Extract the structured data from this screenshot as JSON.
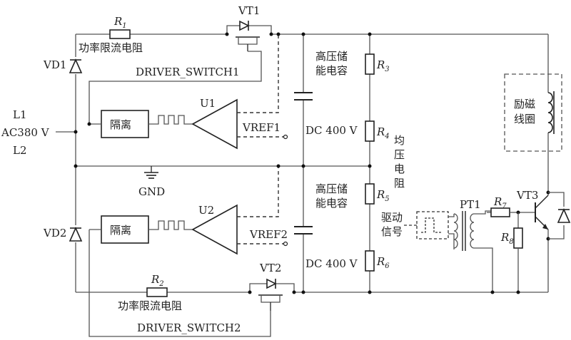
{
  "labels": {
    "vd1": "VD1",
    "vd2": "VD2",
    "l1": "L1",
    "ac": "AC380 V",
    "l2": "L2",
    "gnd": "GND",
    "vt1": "VT1",
    "vt2": "VT2",
    "vt3": "VT3",
    "u1": "U1",
    "u2": "U2",
    "vref1": "VREF1",
    "vref2": "VREF2",
    "driver_switch1": "DRIVER_SWITCH1",
    "driver_switch2": "DRIVER_SWITCH2",
    "r1_main": "R",
    "r1_sub": "1",
    "r1_desc": "功率限流电阻",
    "r2_main": "R",
    "r2_sub": "2",
    "r2_desc": "功率限流电阻",
    "iso1": "隔离",
    "iso2": "隔离",
    "hv1_line1": "高压储",
    "hv1_line2": "能电容",
    "hv2_line1": "高压储",
    "hv2_line2": "能电容",
    "dc1": "DC 400 V",
    "dc2": "DC 400 V",
    "r3_main": "R",
    "r3_sub": "3",
    "r4_main": "R",
    "r4_sub": "4",
    "r5_main": "R",
    "r5_sub": "5",
    "r6_main": "R",
    "r6_sub": "6",
    "r7_main": "R",
    "r7_sub": "7",
    "r8_main": "R",
    "r8_sub": "8",
    "balance": [
      "均",
      "压",
      "电",
      "阻"
    ],
    "drive_line1": "驱动",
    "drive_line2": "信号",
    "pt1": "PT1",
    "coil_line1": "励磁",
    "coil_line2": "线圈"
  }
}
